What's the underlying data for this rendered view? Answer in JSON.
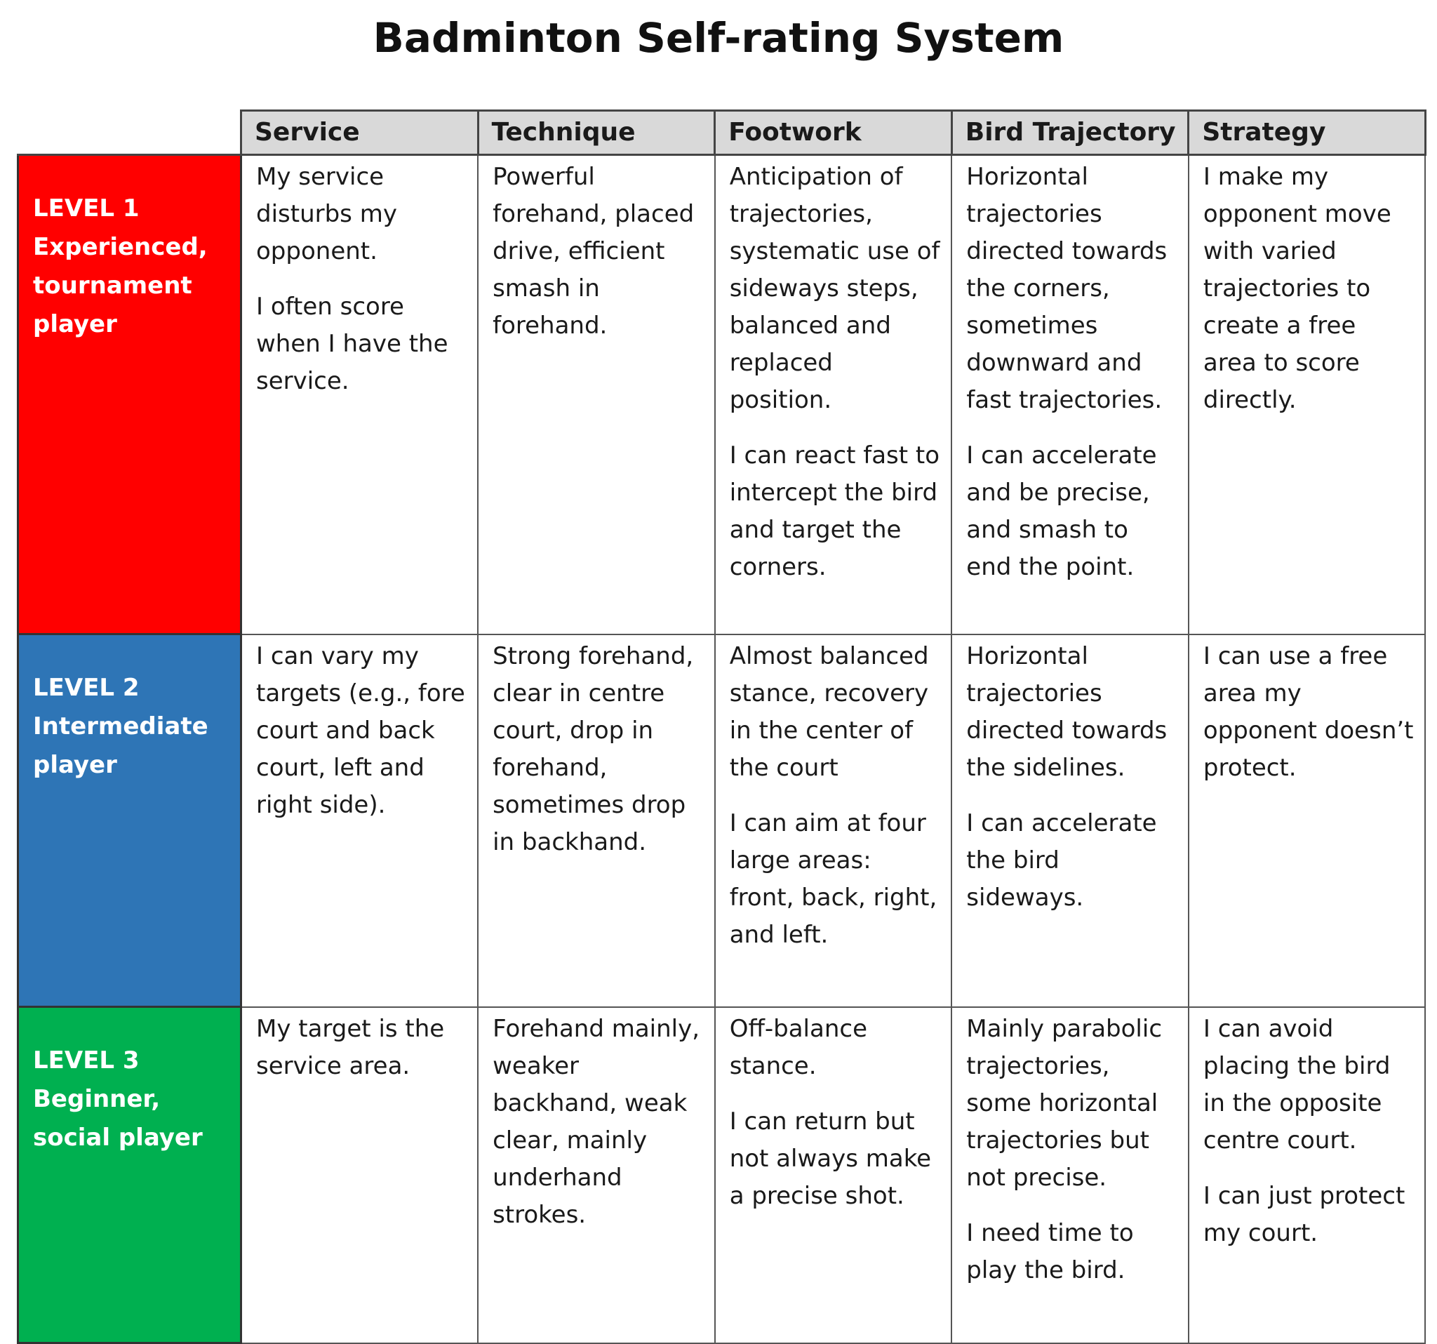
{
  "title": "Badminton Self-rating System",
  "columns": [
    "Service",
    "Technique",
    "Footwork",
    "Bird Trajectory",
    "Strategy"
  ],
  "colors": {
    "level1": "#ff0000",
    "level2": "#2e75b6",
    "level3": "#00b050",
    "header_bg": "#d9d9d9"
  },
  "levels": [
    {
      "name": "LEVEL 1",
      "desc": "Experienced, tournament player",
      "cells": [
        [
          "My service disturbs my opponent.",
          "I often score when I have the service."
        ],
        [
          "Powerful forehand, placed drive, efficient smash in forehand."
        ],
        [
          "Anticipation of trajectories, systematic use of sideways steps, balanced and replaced position.",
          "I can react fast to intercept the bird and target the corners."
        ],
        [
          "Horizontal trajectories directed towards the corners, sometimes downward and fast trajectories.",
          "I can accelerate and be precise, and smash to end the point."
        ],
        [
          "I make my opponent move with varied trajectories to create a free area to score directly."
        ]
      ]
    },
    {
      "name": "LEVEL 2",
      "desc": "Intermediate player",
      "cells": [
        [
          "I can vary my targets (e.g., fore court and back court, left and right side)."
        ],
        [
          "Strong forehand, clear in centre court, drop in forehand, sometimes drop in backhand."
        ],
        [
          "Almost balanced stance, recovery in the center of the court",
          "I can aim at four large areas: front, back, right, and left."
        ],
        [
          "Horizontal trajectories directed towards the sidelines.",
          "I can accelerate the bird sideways."
        ],
        [
          "I can use a free area my opponent doesn’t protect."
        ]
      ]
    },
    {
      "name": "LEVEL 3",
      "desc": "Beginner, social player",
      "cells": [
        [
          "My target is the service area."
        ],
        [
          "Forehand mainly, weaker backhand, weak clear, mainly underhand strokes."
        ],
        [
          "Off-balance stance.",
          "I can return but not always make a precise shot."
        ],
        [
          "Mainly parabolic trajectories, some horizontal trajectories but not precise.",
          "I need time to play the bird."
        ],
        [
          "I can avoid placing the bird in the opposite centre court.",
          "I can just protect my court."
        ]
      ]
    }
  ]
}
